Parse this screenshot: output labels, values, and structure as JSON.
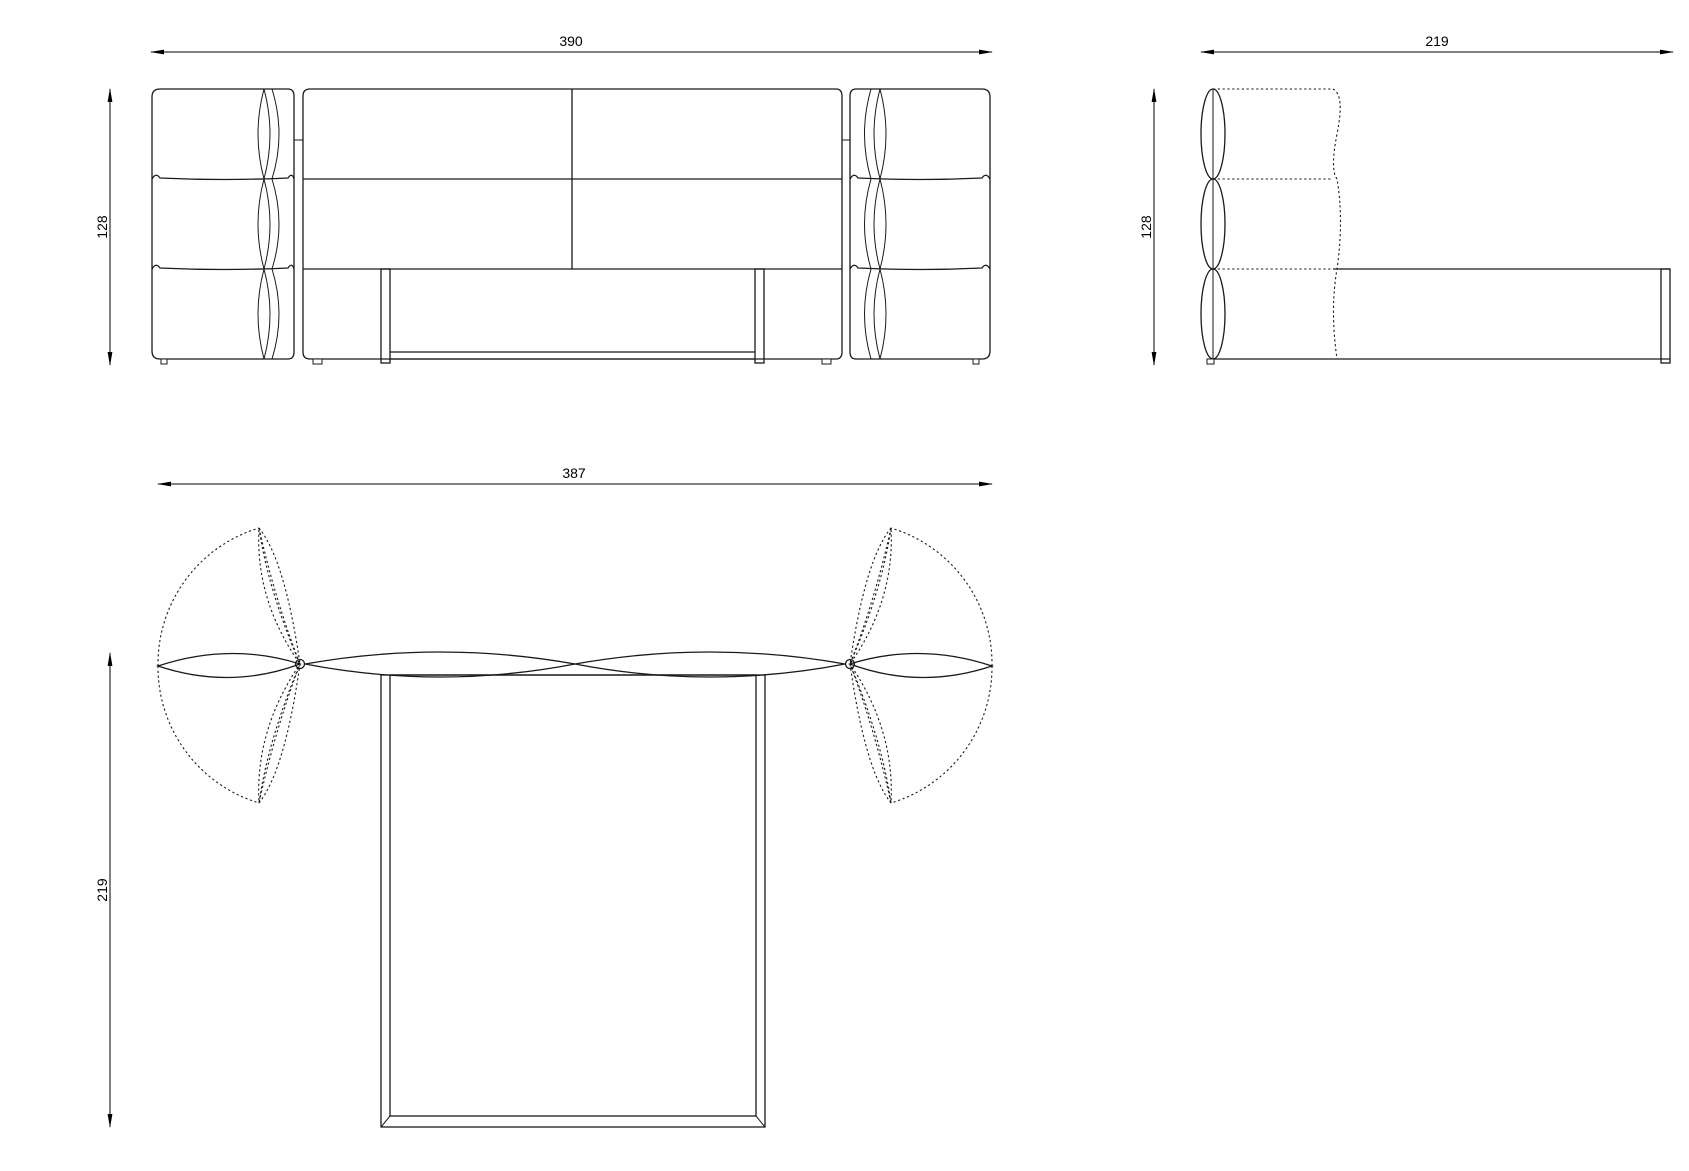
{
  "dimensions": {
    "front_width": "390",
    "front_height": "128",
    "side_depth": "219",
    "side_height": "128",
    "top_width": "387",
    "top_depth": "219"
  },
  "colors": {
    "line": "#1a1a1a",
    "background": "#ffffff"
  }
}
